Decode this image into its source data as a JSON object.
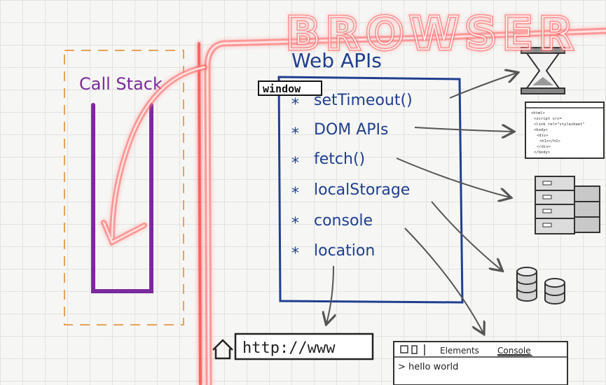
{
  "browser_title": "BROWSER",
  "call_stack": {
    "title": "Call Stack"
  },
  "web_apis": {
    "title": "Web APIs",
    "window_tag": "window",
    "items": [
      {
        "bullet": "*",
        "label": "setTimeout()"
      },
      {
        "bullet": "*",
        "label": "DOM APIs"
      },
      {
        "bullet": "*",
        "label": "fetch()"
      },
      {
        "bullet": "*",
        "label": "localStorage"
      },
      {
        "bullet": "*",
        "label": "console"
      },
      {
        "bullet": "*",
        "label": "location"
      }
    ]
  },
  "address_bar": {
    "url": "http://www"
  },
  "devtools": {
    "tabs": [
      "Elements",
      "Console"
    ],
    "active_tab": "Console",
    "output": "> hello world"
  },
  "code_snippet": {
    "lines": [
      "<html>",
      "<script src=",
      "<link rel=\"stylesheet\"",
      "<body>",
      "<div>",
      "<h1></h1>",
      "</div>",
      "</body>"
    ]
  },
  "colors": {
    "neon_red": "#ff2a2a",
    "purple": "#7b2a9c",
    "blue": "#1f3f8f",
    "gray": "#555555",
    "dash_orange": "#e6a35a"
  }
}
